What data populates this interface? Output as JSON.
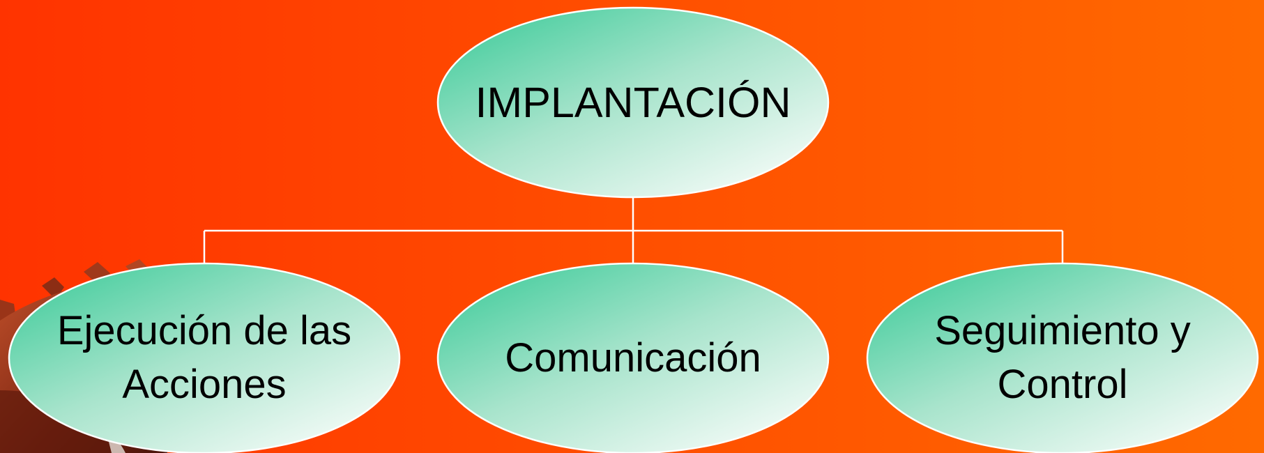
{
  "colors": {
    "background_start": "#FF3300",
    "background_end": "#FF6A00",
    "node_fill_accent": "#4FCFA2",
    "node_fill_light": "#F7FCF9",
    "connector": "#FFFFFF",
    "text": "#000000"
  },
  "diagram": {
    "root": {
      "label": "IMPLANTACIÓN"
    },
    "children": [
      {
        "label": "Ejecución de las\nAcciones"
      },
      {
        "label": "Comunicación"
      },
      {
        "label": "Seguimiento y\nControl"
      }
    ]
  },
  "decoration": {
    "icon": "gear-icon"
  }
}
